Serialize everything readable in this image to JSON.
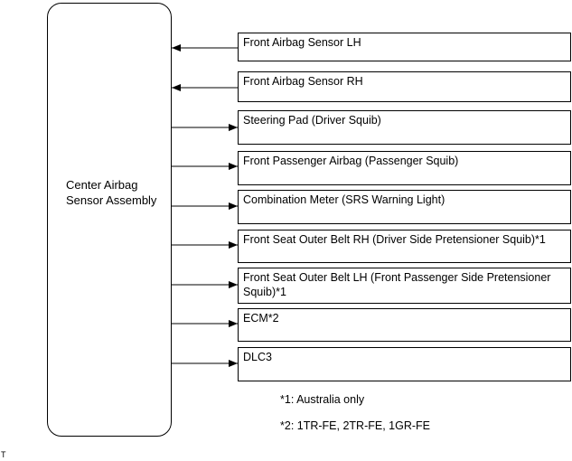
{
  "central_unit": {
    "line1": "Center Airbag",
    "line2": "Sensor Assembly"
  },
  "components": [
    {
      "label": "Front Airbag Sensor LH",
      "direction": "input"
    },
    {
      "label": "Front Airbag Sensor RH",
      "direction": "input"
    },
    {
      "label": "Steering Pad (Driver Squib)",
      "direction": "output"
    },
    {
      "label": "Front Passenger Airbag (Passenger Squib)",
      "direction": "output"
    },
    {
      "label": "Combination Meter (SRS Warning Light)",
      "direction": "output"
    },
    {
      "label": "Front Seat Outer Belt RH (Driver Side Pretensioner Squib)*1",
      "direction": "output"
    },
    {
      "label": "Front Seat Outer Belt LH (Front Passenger Side Pretensioner Squib)*1",
      "direction": "output"
    },
    {
      "label": "ECM*2",
      "direction": "output"
    },
    {
      "label": "DLC3",
      "direction": "output"
    }
  ],
  "footnotes": [
    "*1: Australia only",
    "*2: 1TR-FE, 2TR-FE, 1GR-FE"
  ],
  "corner_mark": "T"
}
